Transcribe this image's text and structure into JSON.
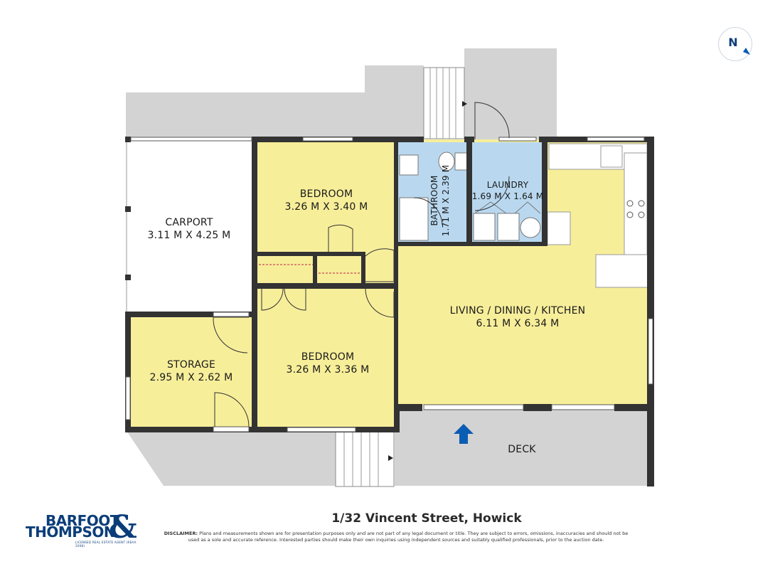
{
  "rooms": {
    "carport": {
      "name": "CARPORT",
      "dims": "3.11 M X 4.25 M"
    },
    "bedroom1": {
      "name": "BEDROOM",
      "dims": "3.26 M X 3.40 M"
    },
    "bathroom": {
      "name": "BATHROOM",
      "dims": "1.71 M X 2.39 M"
    },
    "laundry": {
      "name": "LAUNDRY",
      "dims": "1.69 M X 1.64 M"
    },
    "living": {
      "name": "LIVING / DINING / KITCHEN",
      "dims": "6.11 M X 6.34 M"
    },
    "storage": {
      "name": "STORAGE",
      "dims": "2.95 M X 2.62 M"
    },
    "bedroom2": {
      "name": "BEDROOM",
      "dims": "3.26 M X 3.36 M"
    },
    "deck": {
      "name": "DECK"
    }
  },
  "compass": {
    "label": "N"
  },
  "address": "1/32 Vincent Street, Howick",
  "disclaimer": {
    "label": "DISCLAIMER:",
    "text": "Plans and measurements shown are for presentation purposes only and are not part of any legal document or title. They are subject to errors, omissions, inaccuracies and should not be used as a sole and accurate reference. Interested parties should make their own inquiries using independent sources and suitably qualified professionals, prior to the auction date."
  },
  "logo": {
    "line1": "BARFOOT",
    "line2": "THOMPSON",
    "amp": "&",
    "licence": "LICENSED REAL ESTATE AGENT (REAA 2008)"
  },
  "colors": {
    "room_yellow": "#f7ee9a",
    "wet_blue": "#b9d8ef",
    "outdoor_grey": "#d3d3d3",
    "wall": "#333333",
    "accent_blue": "#0b5cb3"
  }
}
